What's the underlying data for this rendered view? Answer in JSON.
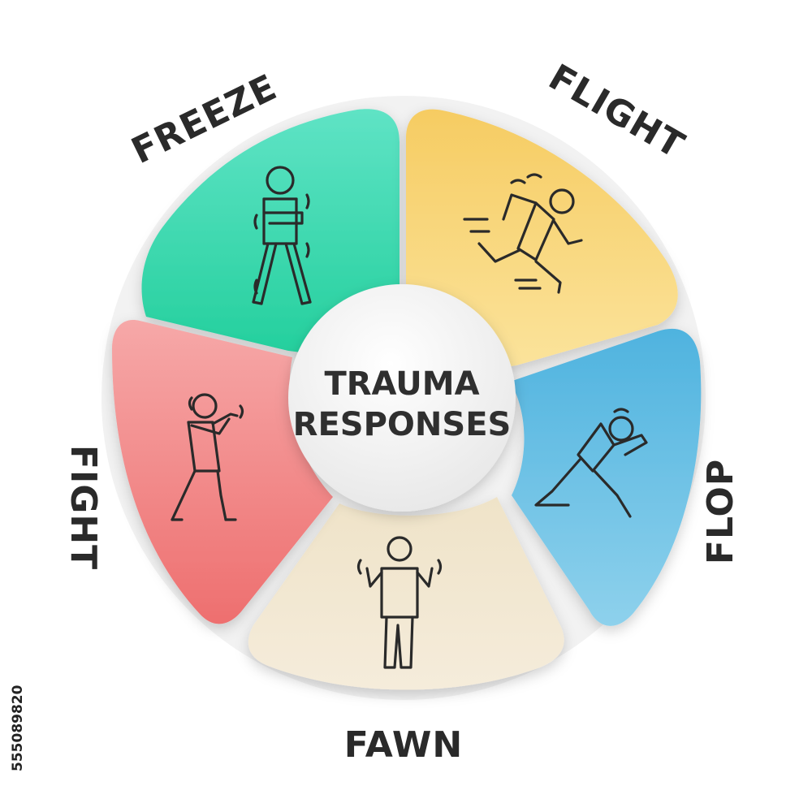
{
  "center": {
    "line1": "TRAUMA",
    "line2": "RESPONSES"
  },
  "segments": [
    {
      "label": "FREEZE",
      "color_top": "#5fe3c5",
      "color_bottom": "#22cf9c",
      "icon": "freeze-figure-icon"
    },
    {
      "label": "FLIGHT",
      "color_top": "#f6cc62",
      "color_bottom": "#fbe39b",
      "icon": "running-figure-icon"
    },
    {
      "label": "FLOP",
      "color_top": "#4fb3df",
      "color_bottom": "#8ed1ec",
      "icon": "kneeling-figure-icon"
    },
    {
      "label": "FAWN",
      "color_top": "#efe3c8",
      "color_bottom": "#f3e8d2",
      "icon": "shrugging-figure-icon"
    },
    {
      "label": "FIGHT",
      "color_top": "#f6a4a4",
      "color_bottom": "#ee6f6f",
      "icon": "fighting-figure-icon"
    }
  ],
  "stock_id": "555089820"
}
